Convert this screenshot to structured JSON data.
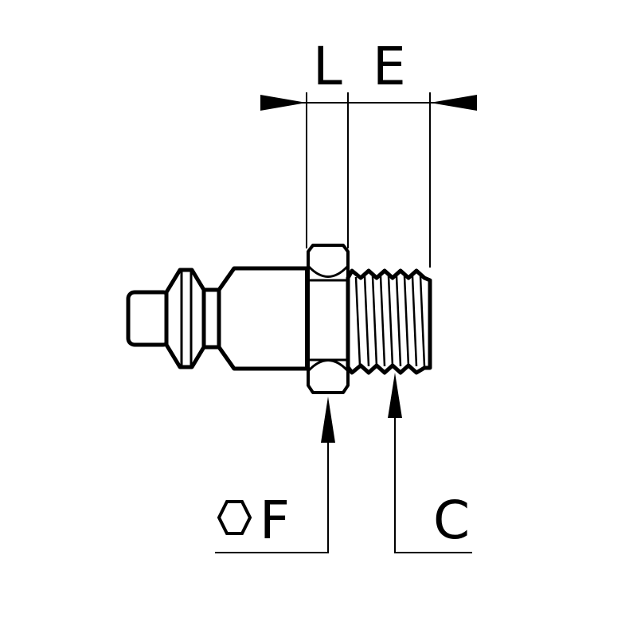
{
  "diagram": {
    "labels": {
      "L": "L",
      "E": "E",
      "F": "F",
      "C": "C"
    },
    "icons": {
      "hexagon": "hexagon-icon"
    },
    "colors": {
      "line": "#000000",
      "background": "#ffffff"
    }
  }
}
